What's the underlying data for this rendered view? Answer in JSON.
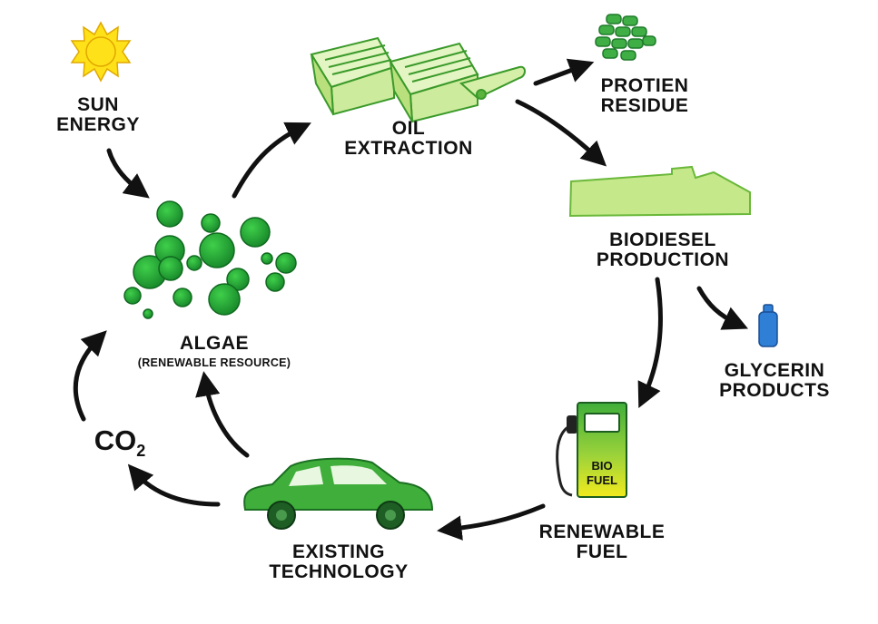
{
  "labels": {
    "sun": [
      "SUN",
      "ENERGY"
    ],
    "oil": [
      "OIL",
      "EXTRACTION"
    ],
    "protein": [
      "PROTIEN",
      "RESIDUE"
    ],
    "biodiesel": [
      "BIODIESEL",
      "PRODUCTION"
    ],
    "glycerin": [
      "GLYCERIN",
      "PRODUCTS"
    ],
    "fuel": [
      "RENEWABLE",
      "FUEL"
    ],
    "tech": [
      "EXISTING",
      "TECHNOLOGY"
    ],
    "algae": "ALGAE",
    "algae_sub": "(RENEWABLE RESOURCE)",
    "co2_main": "CO",
    "co2_sub": "2",
    "pump_text": [
      "BIO",
      "FUEL"
    ]
  },
  "icons": {
    "sun": "sun-icon",
    "oil": "oil-extraction-tanks-icon",
    "protein": "protein-residue-pile-icon",
    "biodiesel": "biodiesel-factory-icon",
    "glycerin": "glycerin-bottle-icon",
    "fuel": "fuel-pump-icon",
    "tech": "car-icon",
    "algae": "algae-cells-icon"
  },
  "colors": {
    "dark_green": "#2e8b2e",
    "algae_green": "#1f9a2a",
    "light_green": "#c4e88a",
    "sun_yellow": "#ffe11a",
    "glycerin_blue": "#2f7fd6",
    "arrow": "#111111"
  }
}
